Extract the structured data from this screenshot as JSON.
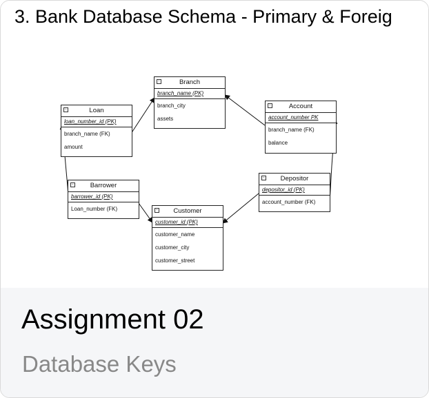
{
  "card": {
    "slide_title": "3. Bank Database Schema - Primary & Foreig",
    "title": "Assignment 02",
    "subtitle": "Database Keys"
  },
  "diagram": {
    "collapse_glyph": "−",
    "entities": {
      "branch": {
        "name": "Branch",
        "key": "branch_name (PK)",
        "attrs": [
          "branch_city",
          "assets"
        ]
      },
      "loan": {
        "name": "Loan",
        "key": "loan_number_id (PK)",
        "attrs": [
          "branch_name (FK)",
          "amount"
        ]
      },
      "account": {
        "name": "Account",
        "key": "account_number PK",
        "attrs": [
          "branch_name (FK)",
          "balance"
        ]
      },
      "barrower": {
        "name": "Barrower",
        "key": "barrower_id (PK)",
        "attrs": [
          "Loan_number (FK)"
        ]
      },
      "depositor": {
        "name": "Depositor",
        "key": "depositor_id (PK)",
        "attrs": [
          "account_number (FK)"
        ]
      },
      "customer": {
        "name": "Customer",
        "key": "customer_id (PK)",
        "attrs": [
          "customer_name",
          "customer_city",
          "customer_street"
        ]
      }
    }
  }
}
